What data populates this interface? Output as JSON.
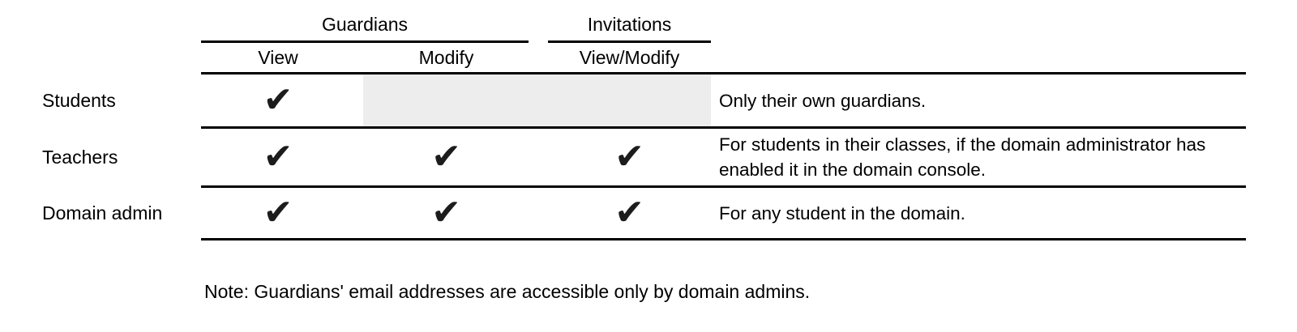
{
  "table": {
    "group_headers": {
      "guardians": "Guardians",
      "invitations": "Invitations"
    },
    "column_headers": {
      "view": "View",
      "modify": "Modify",
      "view_modify": "View/Modify"
    },
    "rows": [
      {
        "label": "Students",
        "view": "✔",
        "modify": "",
        "view_modify": "",
        "note": "Only their own guardians."
      },
      {
        "label": "Teachers",
        "view": "✔",
        "modify": "✔",
        "view_modify": "✔",
        "note": "For students in their classes, if the domain administrator has enabled it in the domain console."
      },
      {
        "label": "Domain admin",
        "view": "✔",
        "modify": "✔",
        "view_modify": "✔",
        "note": "For any student in the domain."
      }
    ],
    "footnote": "Note: Guardians' email addresses are accessible only by domain admins."
  },
  "colors": {
    "background": "#ffffff",
    "text": "#000000",
    "line": "#000000",
    "check": "#1c1c1c",
    "disabled_cell": "#ededed"
  }
}
